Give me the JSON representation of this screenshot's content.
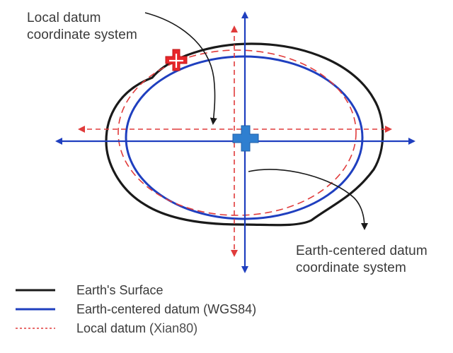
{
  "labels": {
    "local_system_line1": "Local datum",
    "local_system_line2": "coordinate system",
    "earth_system_line1": "Earth-centered datum",
    "earth_system_line2": "coordinate system"
  },
  "legend": [
    {
      "id": "earth-surface",
      "text": "Earth's Surface",
      "sub": "",
      "color": "#1a1a1a",
      "style": "solid"
    },
    {
      "id": "earth-centered-datum",
      "text": "Earth-centered datum (WGS84)",
      "sub": "",
      "color": "#1f3fbf",
      "style": "solid"
    },
    {
      "id": "local-datum",
      "text": "Local datum (",
      "sub": "Xian80)",
      "color": "#e03b3b",
      "style": "dashed"
    }
  ],
  "colors": {
    "surface": "#1a1a1a",
    "earth_centered": "#1f3fbf",
    "local": "#e03b3b",
    "origin_earth": "#2f7fd0",
    "origin_local": "#e8262a"
  }
}
